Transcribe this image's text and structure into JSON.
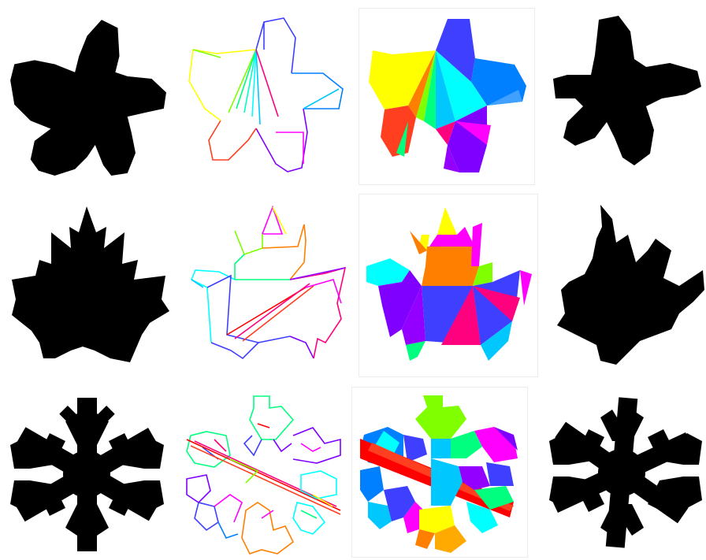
{
  "figure": {
    "rows": [
      {
        "shape": "star"
      },
      {
        "shape": "leaf"
      },
      {
        "shape": "snowflake"
      }
    ],
    "columns": [
      {
        "kind": "input-silhouette"
      },
      {
        "kind": "outline-decomposition"
      },
      {
        "kind": "filled-decomposition"
      },
      {
        "kind": "output-silhouette"
      }
    ],
    "palette": [
      "#ff0000",
      "#ff7f00",
      "#ffff00",
      "#7fff00",
      "#00ff7f",
      "#00ffff",
      "#007fff",
      "#3f3fff",
      "#7f00ff",
      "#ff00ff",
      "#ff007f",
      "#00c8ff",
      "#9400ff",
      "#ff3f1f"
    ],
    "silhouette_color": "#000000"
  }
}
